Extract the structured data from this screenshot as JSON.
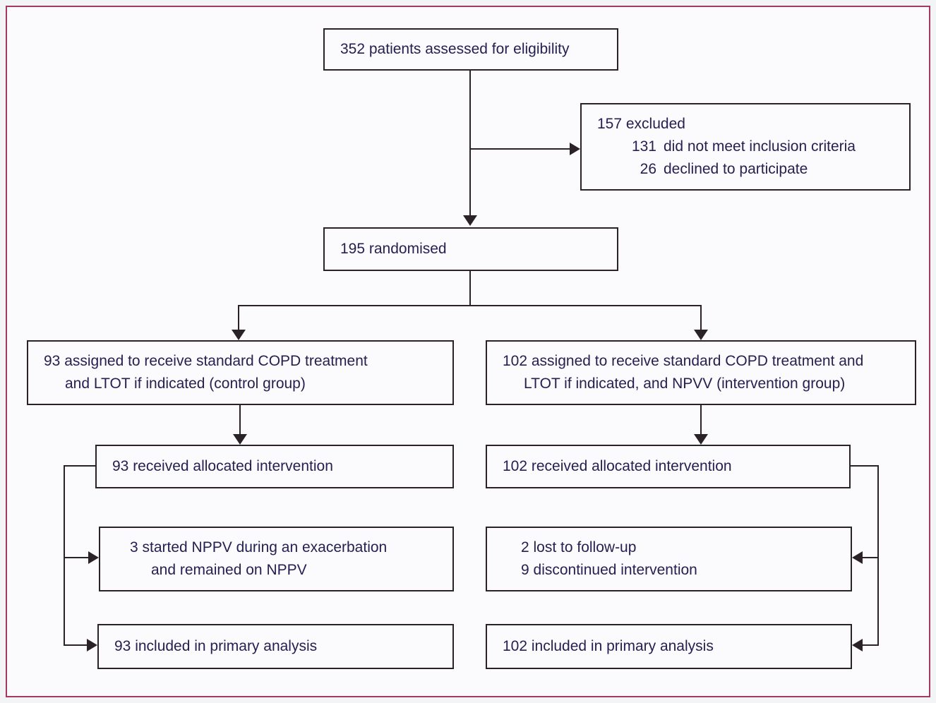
{
  "figure_type": "consort-flow-diagram",
  "colors": {
    "frame_border": "#a43a5c",
    "box_border": "#2b2228",
    "text": "#262052",
    "background": "#fbfbfd"
  },
  "boxes": {
    "eligibility": {
      "text": "352 patients assessed for eligibility"
    },
    "excluded": {
      "heading": "157 excluded",
      "items": [
        {
          "num": "131",
          "text": "did not meet inclusion criteria"
        },
        {
          "num": "26",
          "text": "declined to participate"
        }
      ]
    },
    "randomised": {
      "text": "195 randomised"
    },
    "assign_control": {
      "lines": [
        "93 assigned to receive standard COPD treatment",
        "and LTOT if indicated (control group)"
      ]
    },
    "assign_intervention": {
      "lines": [
        "102 assigned to receive standard COPD treatment and",
        "LTOT if indicated, and NPVV (intervention group)"
      ]
    },
    "received_control": {
      "text": "93 received allocated intervention"
    },
    "received_intervention": {
      "text": "102 received allocated intervention"
    },
    "nppv_control": {
      "lines": [
        "3 started NPPV during an exacerbation",
        "and remained on NPPV"
      ]
    },
    "lost_intervention": {
      "lines": [
        "2 lost to follow-up",
        "9 discontinued intervention"
      ]
    },
    "analysis_control": {
      "text": "93 included in primary analysis"
    },
    "analysis_intervention": {
      "text": "102 included in primary analysis"
    }
  }
}
